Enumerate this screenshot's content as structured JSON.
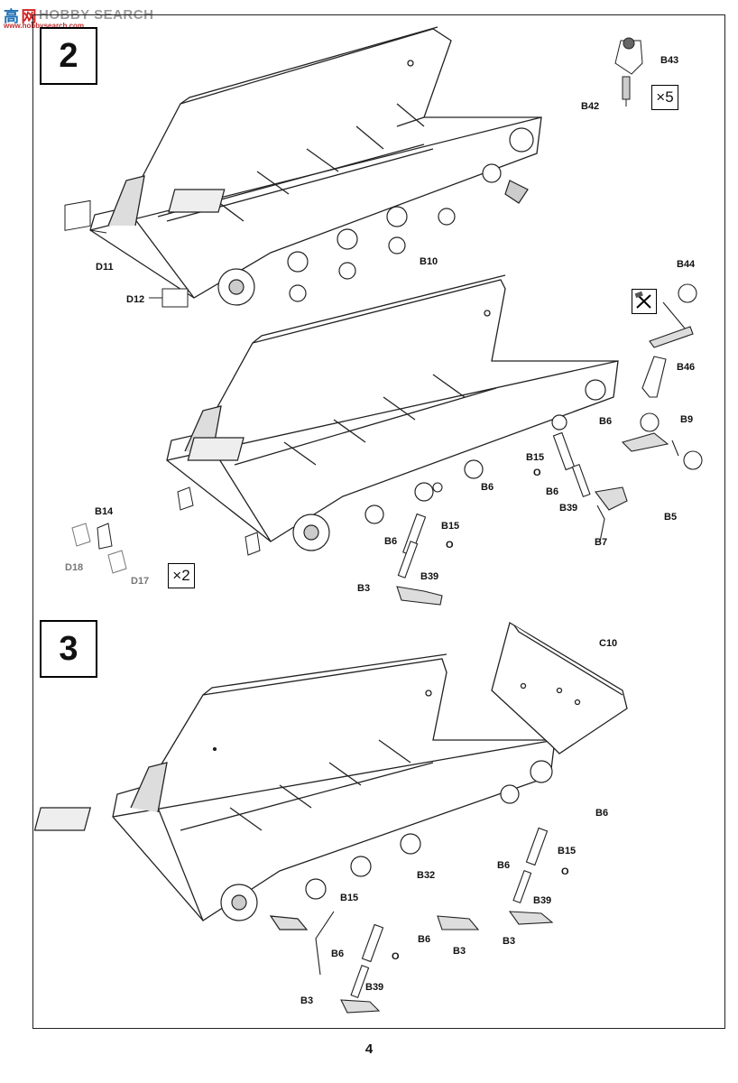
{
  "watermark": {
    "cn_a": "高",
    "cn_b": "网",
    "latin": "HOBBY SEARCH",
    "url": "www.hobbysearch.com"
  },
  "steps": {
    "step2": "2",
    "step3": "3"
  },
  "multipliers": {
    "b42_b43": "×5",
    "b14_d17_d18": "×2"
  },
  "labels": {
    "step2_top": [
      "D11",
      "D12",
      "B10",
      "B42",
      "B43"
    ],
    "step2_mid": [
      "B44",
      "B46",
      "B9",
      "B5",
      "B6",
      "B15",
      "O",
      "B6",
      "B39",
      "B7",
      "B6",
      "B15",
      "O",
      "B6",
      "B39",
      "B3"
    ],
    "step2_left": [
      "B14",
      "D18",
      "D17"
    ],
    "step3": [
      "C10",
      "B6",
      "B15",
      "O",
      "B6",
      "B39",
      "B3",
      "B32",
      "B15",
      "B6",
      "B3",
      "B6",
      "O",
      "B39",
      "B3"
    ]
  },
  "page_number": "4"
}
